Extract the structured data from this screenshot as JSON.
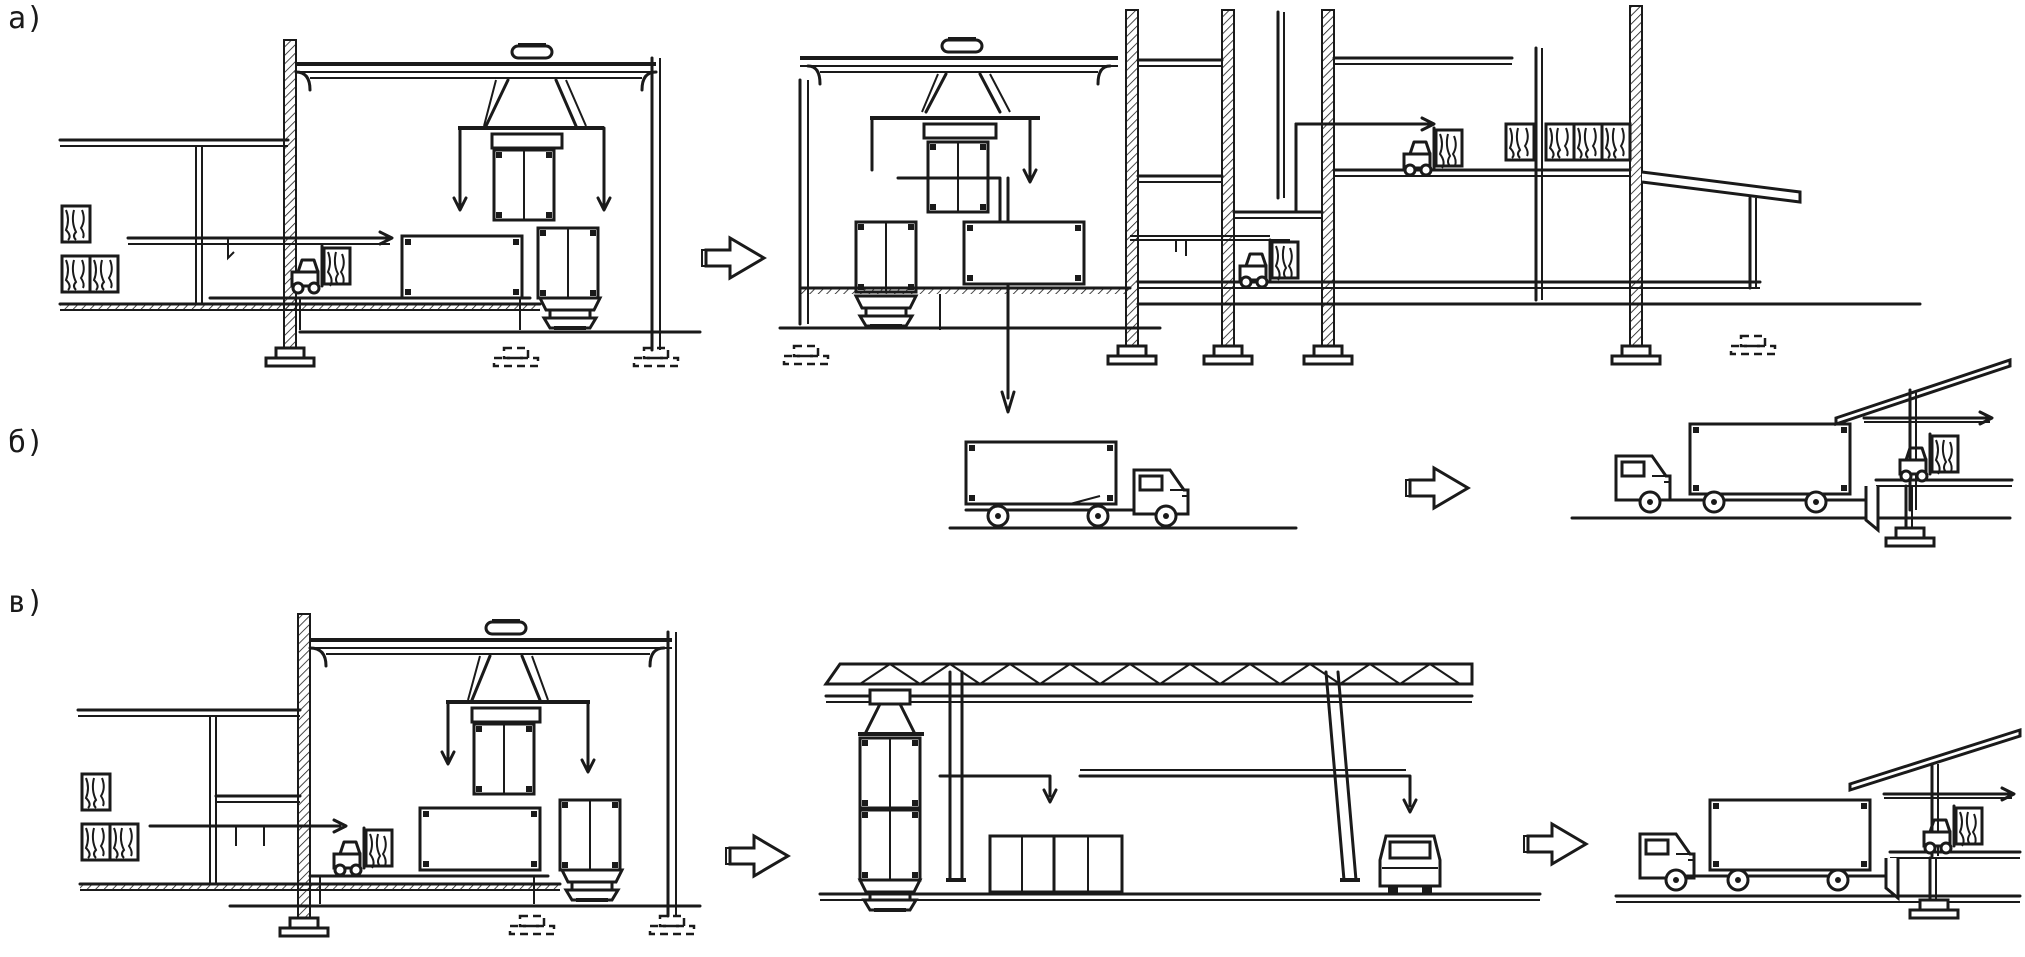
{
  "figure": {
    "rows": [
      {
        "id": "a",
        "label": "а)"
      },
      {
        "id": "b",
        "label": "б)"
      },
      {
        "id": "v",
        "label": "в)"
      }
    ]
  },
  "colors": {
    "ink": "#1a1a1a",
    "paper": "#ffffff"
  },
  "icons": [
    "gantry-crane-icon",
    "truck-icon",
    "forklift-icon",
    "container-icon",
    "process-arrow-icon",
    "flow-arrow-icon"
  ]
}
